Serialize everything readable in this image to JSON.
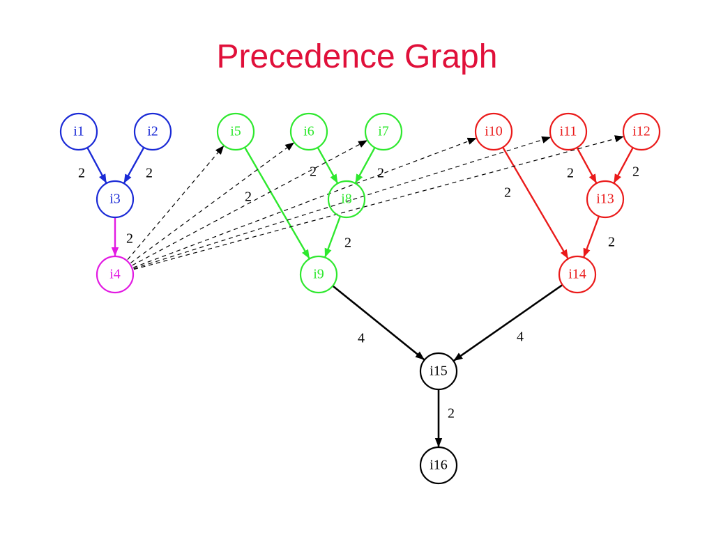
{
  "title": "Precedence Graph",
  "colors": {
    "title": "#e0103a",
    "blue": "#1a2ad6",
    "magenta": "#e21ae2",
    "green": "#2ee82e",
    "red": "#ea1a1a",
    "black": "#000000"
  },
  "nodes": [
    {
      "id": "i1",
      "label": "i1",
      "color": "blue"
    },
    {
      "id": "i2",
      "label": "i2",
      "color": "blue"
    },
    {
      "id": "i3",
      "label": "i3",
      "color": "blue"
    },
    {
      "id": "i4",
      "label": "i4",
      "color": "magenta"
    },
    {
      "id": "i5",
      "label": "i5",
      "color": "green"
    },
    {
      "id": "i6",
      "label": "i6",
      "color": "green"
    },
    {
      "id": "i7",
      "label": "i7",
      "color": "green"
    },
    {
      "id": "i8",
      "label": "i8",
      "color": "green"
    },
    {
      "id": "i9",
      "label": "i9",
      "color": "green"
    },
    {
      "id": "i10",
      "label": "i10",
      "color": "red"
    },
    {
      "id": "i11",
      "label": "i11",
      "color": "red"
    },
    {
      "id": "i12",
      "label": "i12",
      "color": "red"
    },
    {
      "id": "i13",
      "label": "i13",
      "color": "red"
    },
    {
      "id": "i14",
      "label": "i14",
      "color": "red"
    },
    {
      "id": "i15",
      "label": "i15",
      "color": "black"
    },
    {
      "id": "i16",
      "label": "i16",
      "color": "black"
    }
  ],
  "edges": [
    {
      "from": "i1",
      "to": "i3",
      "weight": "2",
      "color": "blue",
      "style": "solid"
    },
    {
      "from": "i2",
      "to": "i3",
      "weight": "2",
      "color": "blue",
      "style": "solid"
    },
    {
      "from": "i3",
      "to": "i4",
      "weight": "2",
      "color": "magenta",
      "style": "solid"
    },
    {
      "from": "i5",
      "to": "i9",
      "weight": "2",
      "color": "green",
      "style": "solid"
    },
    {
      "from": "i6",
      "to": "i8",
      "weight": "2",
      "color": "green",
      "style": "solid"
    },
    {
      "from": "i7",
      "to": "i8",
      "weight": "2",
      "color": "green",
      "style": "solid"
    },
    {
      "from": "i8",
      "to": "i9",
      "weight": "2",
      "color": "green",
      "style": "solid"
    },
    {
      "from": "i10",
      "to": "i14",
      "weight": "2",
      "color": "red",
      "style": "solid"
    },
    {
      "from": "i11",
      "to": "i13",
      "weight": "2",
      "color": "red",
      "style": "solid"
    },
    {
      "from": "i12",
      "to": "i13",
      "weight": "2",
      "color": "red",
      "style": "solid"
    },
    {
      "from": "i13",
      "to": "i14",
      "weight": "2",
      "color": "red",
      "style": "solid"
    },
    {
      "from": "i9",
      "to": "i15",
      "weight": "4",
      "color": "black",
      "style": "solid"
    },
    {
      "from": "i14",
      "to": "i15",
      "weight": "4",
      "color": "black",
      "style": "solid"
    },
    {
      "from": "i15",
      "to": "i16",
      "weight": "2",
      "color": "black",
      "style": "solid"
    },
    {
      "from": "i4",
      "to": "i5",
      "weight": "",
      "color": "black",
      "style": "dashed"
    },
    {
      "from": "i4",
      "to": "i6",
      "weight": "",
      "color": "black",
      "style": "dashed"
    },
    {
      "from": "i4",
      "to": "i7",
      "weight": "",
      "color": "black",
      "style": "dashed"
    },
    {
      "from": "i4",
      "to": "i10",
      "weight": "",
      "color": "black",
      "style": "dashed"
    },
    {
      "from": "i4",
      "to": "i11",
      "weight": "",
      "color": "black",
      "style": "dashed"
    },
    {
      "from": "i4",
      "to": "i12",
      "weight": "",
      "color": "black",
      "style": "dashed"
    }
  ]
}
